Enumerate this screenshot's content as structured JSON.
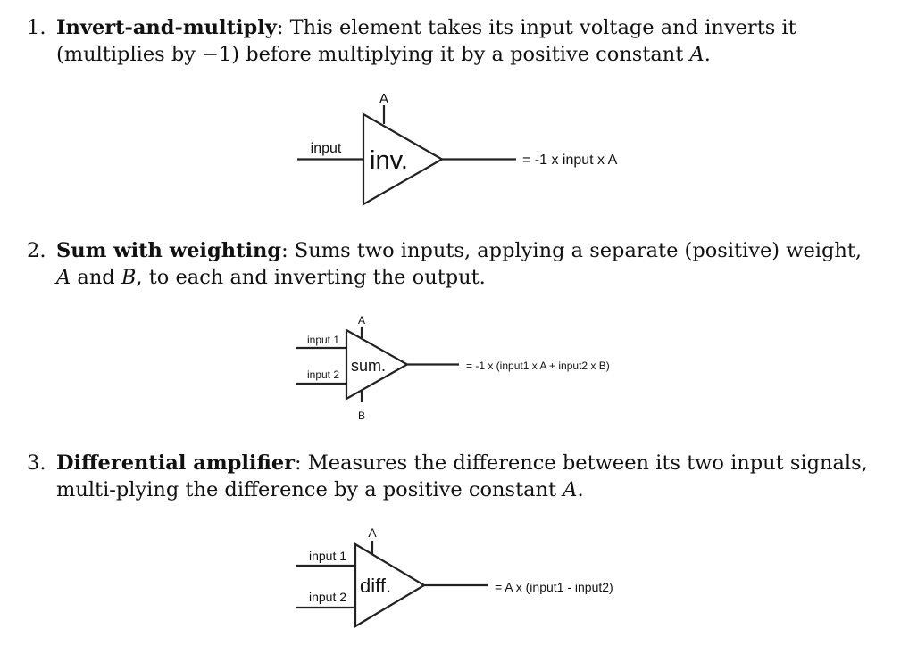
{
  "items": [
    {
      "number": "1.",
      "term": "Invert-and-multiply",
      "description_parts": [
        "This element takes its input voltage and inverts it (multiplies by −1) before multiplying it by a positive constant ",
        "A",
        "."
      ]
    },
    {
      "number": "2.",
      "term": "Sum with weighting",
      "description_parts": [
        "Sums two inputs, applying a separate (positive) weight, ",
        "A",
        " and ",
        "B",
        ", to each and inverting the output."
      ]
    },
    {
      "number": "3.",
      "term": "Differential amplifier",
      "description_parts": [
        "Measures the difference between its two input signals, multi-plying the difference by a positive constant ",
        "A",
        "."
      ]
    }
  ],
  "diagrams": {
    "inv": {
      "gain_label": "A",
      "input_label": "input",
      "block_label": "inv.",
      "output_expr": "= -1 x input x A"
    },
    "sum": {
      "gain_a_label": "A",
      "gain_b_label": "B",
      "input1_label": "input 1",
      "input2_label": "input 2",
      "block_label": "sum.",
      "output_expr": "= -1 x (input1 x A + input2 x B)"
    },
    "diff": {
      "gain_label": "A",
      "input1_label": "input 1",
      "input2_label": "input 2",
      "block_label": "diff.",
      "output_expr": "= A x (input1 - input2)"
    }
  }
}
